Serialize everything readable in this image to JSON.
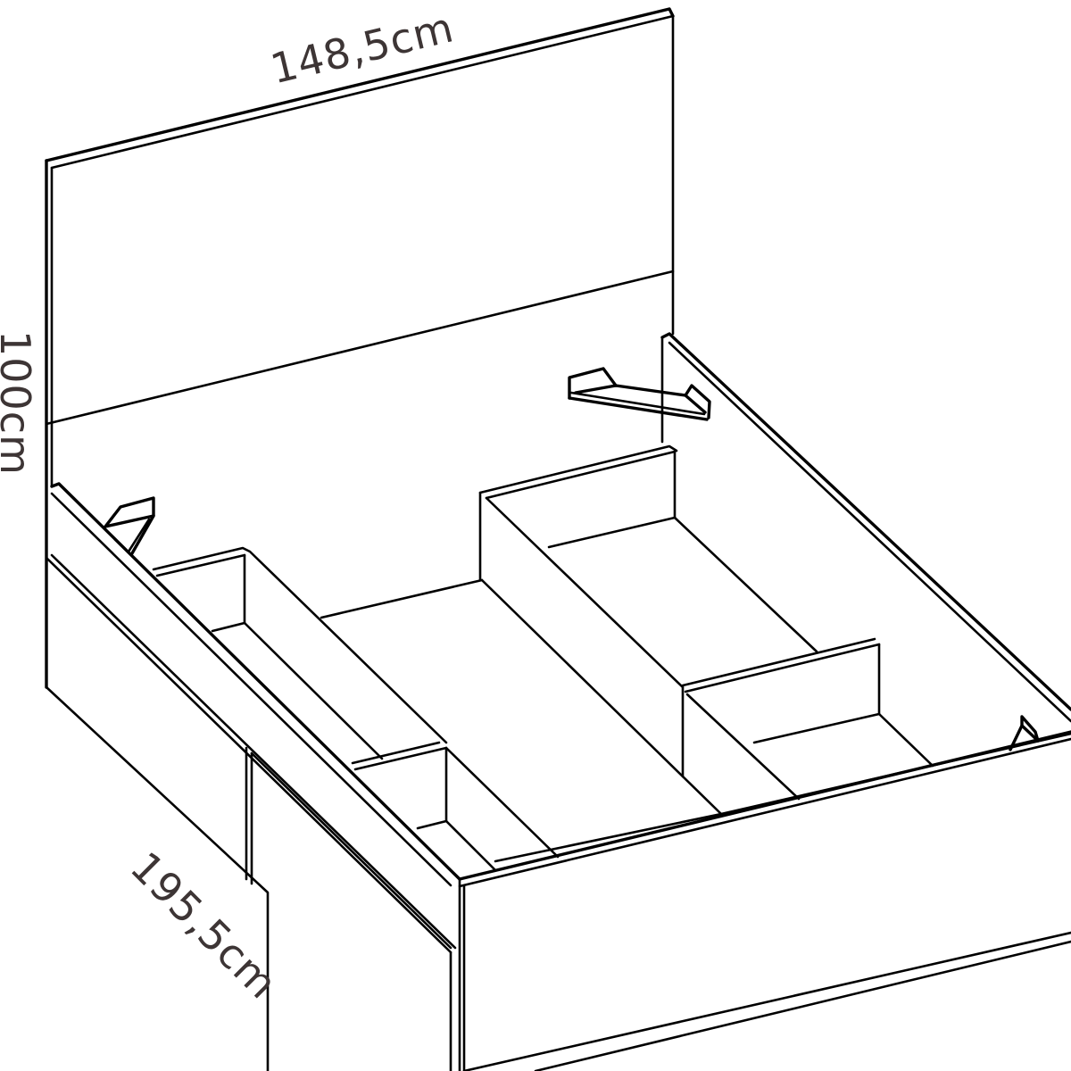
{
  "diagram": {
    "subject": "Storage bed with lift-up base, headboard and side drawers (line drawing)",
    "stroke_color": "#000000",
    "label_color": "#3d3535",
    "background": "#ffffff"
  },
  "dimensions": {
    "width": {
      "label": "148,5cm"
    },
    "height": {
      "label": "100cm"
    },
    "length": {
      "label": "195,5cm"
    }
  }
}
